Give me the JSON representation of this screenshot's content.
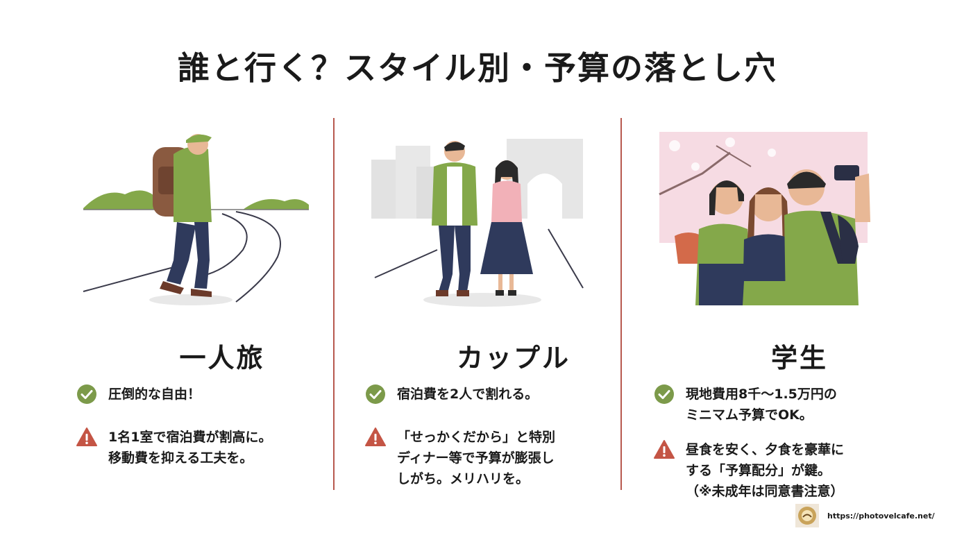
{
  "title": "誰と行く？スタイル別・予算の落とし穴",
  "colors": {
    "accent_red": "#b7584e",
    "check_green": "#7c9a4a",
    "warning_red": "#c45545",
    "shirt_green": "#84a84a"
  },
  "columns": [
    {
      "heading": "一人旅",
      "pro_icon": "check-circle-icon",
      "pro": "圧倒的な自由！",
      "con_icon": "warning-triangle-icon",
      "con": "1名1室で宿泊費が割高に。\n移動費を抑える工夫を。"
    },
    {
      "heading": "カップル",
      "pro_icon": "check-circle-icon",
      "pro": "宿泊費を2人で割れる。",
      "con_icon": "warning-triangle-icon",
      "con": "「せっかくだから」と特別\nディナー等で予算が膨張し\nしがち。メリハリを。"
    },
    {
      "heading": "学生",
      "pro_icon": "check-circle-icon",
      "pro": "現地費用8千〜1.5万円の\nミニマム予算でOK。",
      "con_icon": "warning-triangle-icon",
      "con": "昼食を安く、夕食を豪華に\nする「予算配分」が鍵。\n（※未成年は同意書注意）"
    }
  ],
  "credit": {
    "url": "https://photovelcafe.net/"
  }
}
